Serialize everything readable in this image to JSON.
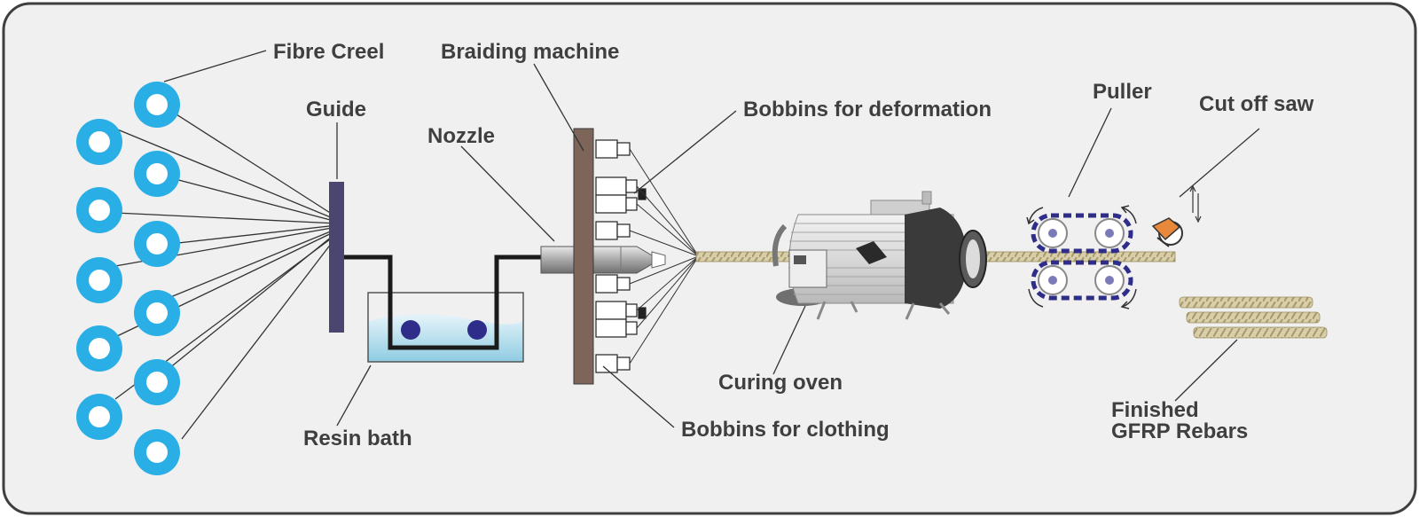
{
  "colors": {
    "background": "#f0f0f0",
    "frame": "#3f3f3f",
    "spool": "#29aee6",
    "guide": "#4a4670",
    "braider": "#7d655a",
    "resin": "#cde8f2",
    "roller": "#2e2e8a",
    "rebar": "#d2c8a4"
  },
  "labels": {
    "fibre_creel": "Fibre Creel",
    "guide": "Guide",
    "nozzle": "Nozzle",
    "braiding_machine": "Braiding machine",
    "bobbins_deformation": "Bobbins for deformation",
    "puller": "Puller",
    "cut_off_saw": "Cut off saw",
    "resin_bath": "Resin bath",
    "curing_oven": "Curing oven",
    "bobbins_clothing": "Bobbins for clothing",
    "finished_line1": "Finished",
    "finished_line2": "GFRP Rebars"
  },
  "icons": {
    "spool": "fibre-spool-icon",
    "saw": "circular-saw-icon",
    "oven": "curing-oven-icon",
    "roller": "puller-roller-icon",
    "arrow": "rotation-arrow-icon"
  }
}
